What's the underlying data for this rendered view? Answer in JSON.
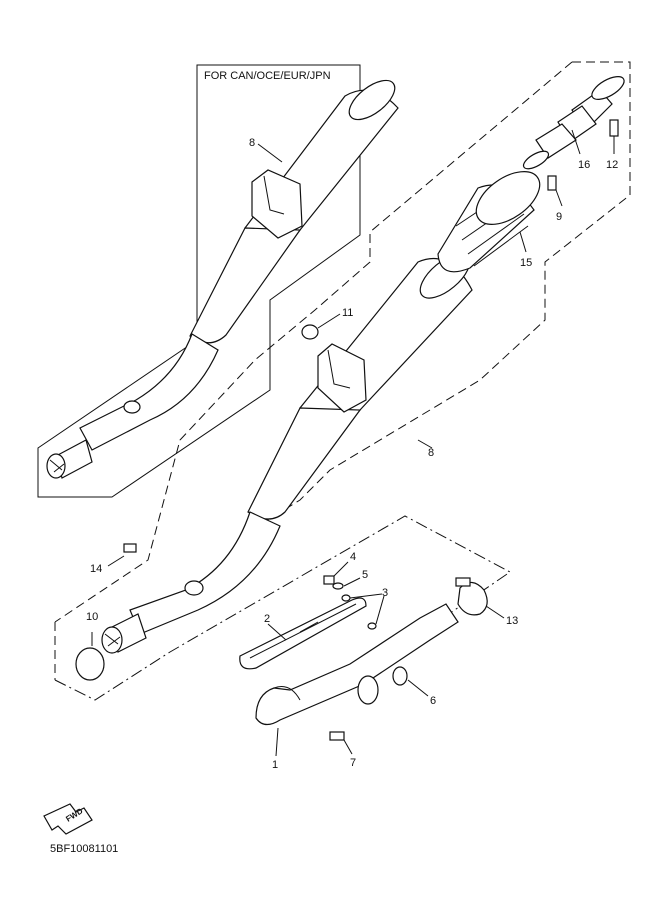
{
  "region_label": "FOR CAN/OCE/EUR/JPN",
  "diagram_code": "5BF10081101",
  "fwd_label": "FWD",
  "callouts": {
    "p1": "1",
    "p2": "2",
    "p3": "3",
    "p4": "4",
    "p5": "5",
    "p6": "6",
    "p7": "7",
    "p8_inset": "8",
    "p8_main": "8",
    "p9": "9",
    "p10": "10",
    "p11": "11",
    "p12": "12",
    "p13": "13",
    "p14": "14",
    "p15": "15",
    "p16": "16"
  }
}
